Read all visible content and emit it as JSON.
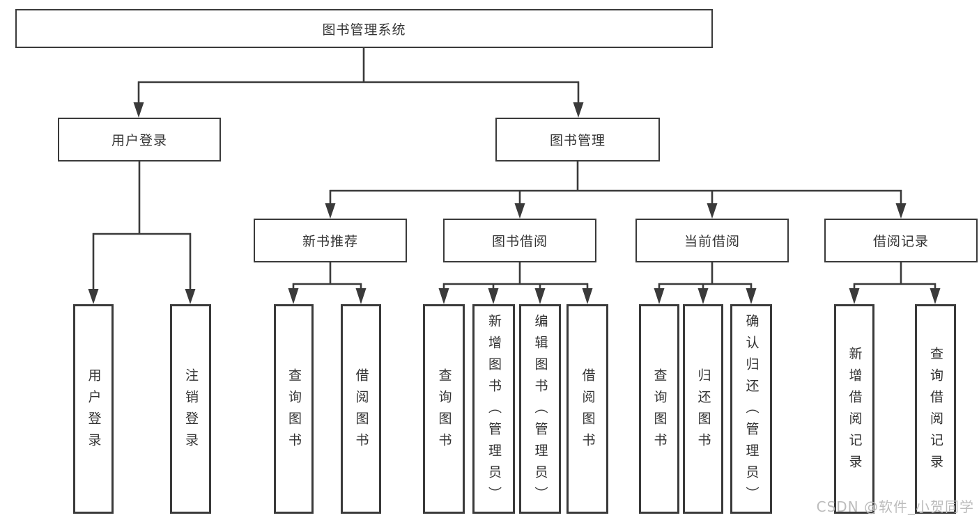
{
  "diagram": {
    "root": {
      "label": "图书管理系统"
    },
    "branches": {
      "user_login": {
        "label": "用户登录",
        "children": {
          "login": {
            "label": "用户登录"
          },
          "logout": {
            "label": "注销登录"
          }
        }
      },
      "book_management": {
        "label": "图书管理",
        "children": {
          "new_book_recommend": {
            "label": "新书推荐",
            "children": {
              "query_books": {
                "label": "查询图书"
              },
              "borrow_books": {
                "label": "借阅图书"
              }
            }
          },
          "book_borrow": {
            "label": "图书借阅",
            "children": {
              "query_books": {
                "label": "查询图书"
              },
              "add_books": {
                "label": "新增图书（管理员）"
              },
              "edit_books": {
                "label": "编辑图书（管理员）"
              },
              "borrow_books": {
                "label": "借阅图书"
              }
            }
          },
          "current_borrow": {
            "label": "当前借阅",
            "children": {
              "query_books": {
                "label": "查询图书"
              },
              "return_books": {
                "label": "归还图书"
              },
              "confirm_return": {
                "label": "确认归还（管理员）"
              }
            }
          },
          "borrow_records": {
            "label": "借阅记录",
            "children": {
              "add_record": {
                "label": "新增借阅记录"
              },
              "query_record": {
                "label": "查询借阅记录"
              }
            }
          }
        }
      }
    }
  },
  "watermark": {
    "label": "CSDN @软件_小贺同学"
  },
  "colors": {
    "line": "#3a3a3a",
    "text": "#333333",
    "background": "#ffffff",
    "watermark": "#b9b9b9"
  }
}
